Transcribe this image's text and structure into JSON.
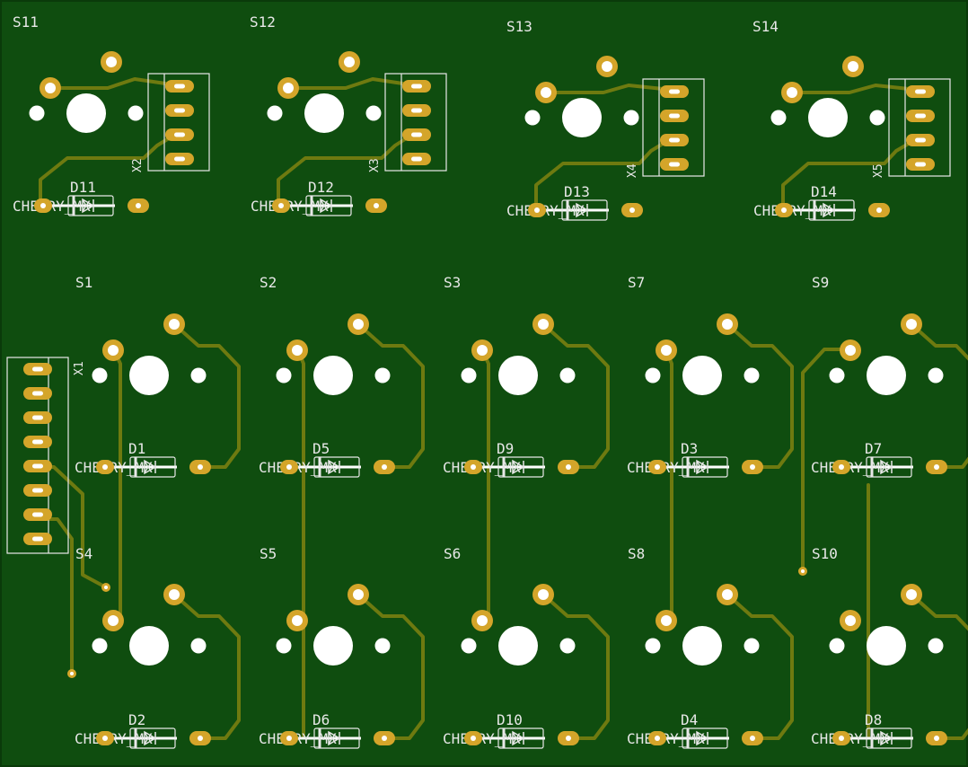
{
  "colors": {
    "board": "#0f4d0f",
    "trace": "#6e7a10",
    "pad": "#d4a52a",
    "silkscreen": "#e8e8e8"
  },
  "switches": [
    {
      "ref": "S11",
      "part": "CHERRY_MX",
      "diode": "D11"
    },
    {
      "ref": "S12",
      "part": "CHERRY_MX",
      "diode": "D12"
    },
    {
      "ref": "S13",
      "part": "CHERRY_MX",
      "diode": "D13"
    },
    {
      "ref": "S14",
      "part": "CHERRY_MX",
      "diode": "D14"
    },
    {
      "ref": "S1",
      "part": "CHERRY_MX",
      "diode": "D1"
    },
    {
      "ref": "S2",
      "part": "CHERRY_MX",
      "diode": "D5"
    },
    {
      "ref": "S3",
      "part": "CHERRY_MX",
      "diode": "D9"
    },
    {
      "ref": "S7",
      "part": "CHERRY_MX",
      "diode": "D3"
    },
    {
      "ref": "S9",
      "part": "CHERRY_MX",
      "diode": "D7"
    },
    {
      "ref": "S4",
      "part": "CHERRY_MX",
      "diode": "D2"
    },
    {
      "ref": "S5",
      "part": "CHERRY_MX",
      "diode": "D6"
    },
    {
      "ref": "S6",
      "part": "CHERRY_MX",
      "diode": "D10"
    },
    {
      "ref": "S8",
      "part": "CHERRY_MX",
      "diode": "D4"
    },
    {
      "ref": "S10",
      "part": "CHERRY_MX",
      "diode": "D8"
    }
  ],
  "connectors": [
    {
      "ref": "X1",
      "pins": 8
    },
    {
      "ref": "X2",
      "pins": 4
    },
    {
      "ref": "X3",
      "pins": 4
    },
    {
      "ref": "X4",
      "pins": 4
    },
    {
      "ref": "X5",
      "pins": 4
    }
  ]
}
